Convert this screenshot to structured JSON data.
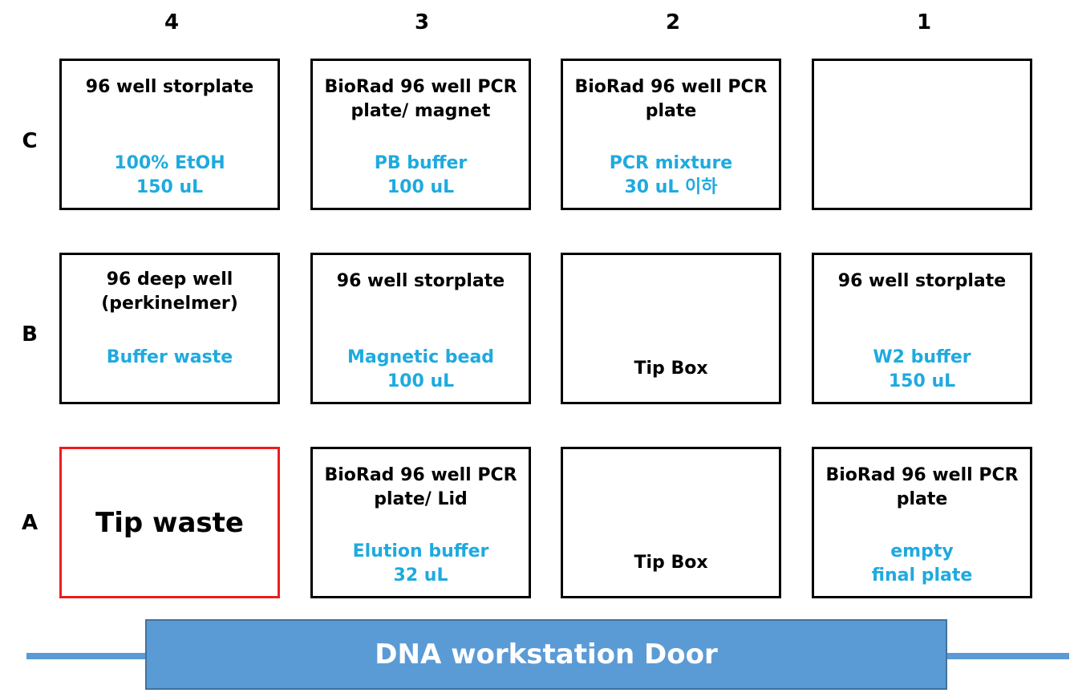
{
  "columns": [
    "4",
    "3",
    "2",
    "1"
  ],
  "rows": [
    "C",
    "B",
    "A"
  ],
  "slots": {
    "C4": {
      "plate": "96 well storplate",
      "contents": "100% EtOH\n150 uL"
    },
    "C3": {
      "plate": "BioRad 96 well PCR\nplate/ magnet",
      "contents": "PB buffer\n100 uL"
    },
    "C2": {
      "plate": "BioRad 96 well PCR\nplate",
      "contents": "PCR mixture\n30 uL 이하"
    },
    "C1": {
      "plate": "",
      "contents": ""
    },
    "B4": {
      "plate": "96 deep well\n(perkinelmer)",
      "contents": "Buffer waste"
    },
    "B3": {
      "plate": "96 well storplate",
      "contents": "Magnetic bead\n100 uL"
    },
    "B2": {
      "plate": "",
      "contents": "Tip Box"
    },
    "B1": {
      "plate": "96 well storplate",
      "contents": "W2 buffer\n150 uL"
    },
    "A4": {
      "label": "Tip waste"
    },
    "A3": {
      "plate": "BioRad 96 well PCR\nplate/ Lid",
      "contents": "Elution buffer\n32 uL"
    },
    "A2": {
      "plate": "",
      "contents": "Tip Box"
    },
    "A1": {
      "plate": "BioRad 96 well PCR\nplate",
      "contents": "empty\nfinal plate"
    }
  },
  "door": {
    "label": "DNA workstation Door"
  },
  "colors": {
    "contents": "#1eaadf",
    "highlight": "#ee1c1c",
    "door": "#5b9bd5"
  }
}
